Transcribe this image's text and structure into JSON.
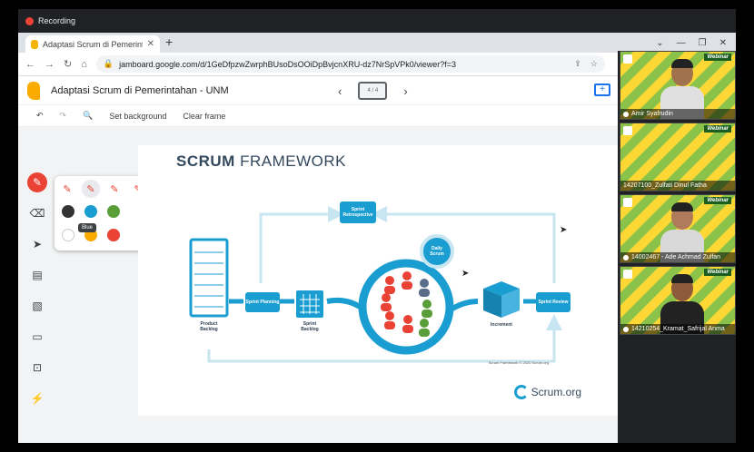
{
  "recording": {
    "label": "Recording"
  },
  "browser": {
    "tab_title": "Adaptasi Scrum di Pemerintaha",
    "new_tab": "+",
    "url": "jamboard.google.com/d/1GeDfpzwZwrphBUsoDsOOiDpBvjcnXRU-dz7NrSpVPk0/viewer?f=3",
    "nav": {
      "back": "←",
      "forward": "→",
      "reload": "↻",
      "home": "⌂"
    }
  },
  "jamboard": {
    "title": "Adaptasi Scrum di Pemerintahan - UNM",
    "frame_counter": "4 / 4",
    "prev": "‹",
    "next": "›",
    "toolbar": {
      "undo": "↶",
      "redo": "↷",
      "zoom": "🔍",
      "set_background": "Set background",
      "clear_frame": "Clear frame"
    },
    "tooltip": "Blue",
    "swatch_colors": [
      "#333333",
      "#1a9dd0",
      "#5a9e3a",
      "#ffffff",
      "#f9ab00",
      "#ea4335"
    ],
    "accent": "#ea4335"
  },
  "slide": {
    "title_bold": "SCRUM",
    "title_rest": "FRAMEWORK",
    "labels": {
      "product_backlog": "Product Backlog",
      "sprint_planning": "Sprint Planning",
      "sprint_backlog": "Sprint Backlog",
      "daily_scrum": "Daily Scrum",
      "scrum_team": "1 Scrum Team",
      "increment": "Increment",
      "sprint_review": "Sprint Review",
      "sprint_retrospective": "Sprint Retrospective"
    },
    "credit": "Scrum Framework © 2020 Scrum.org",
    "brand": "Scrum.org"
  },
  "meet": {
    "webinar_label": "Webinar",
    "participants": [
      {
        "name": "Amir Syafrudin",
        "skin": "#a1724e",
        "shirt": "#e0e0e0",
        "has_face": true
      },
      {
        "name": "14207100_Zulfati Dinul Fatha",
        "skin": "",
        "shirt": "",
        "has_face": false
      },
      {
        "name": "14002467 - Ade Achmad Zulfan",
        "skin": "#b07b5a",
        "shirt": "#d9d9d9",
        "has_face": true
      },
      {
        "name": "14210254_Kramat_Safrijal Anma",
        "skin": "#8d5a3b",
        "shirt": "#222222",
        "has_face": true
      }
    ]
  }
}
